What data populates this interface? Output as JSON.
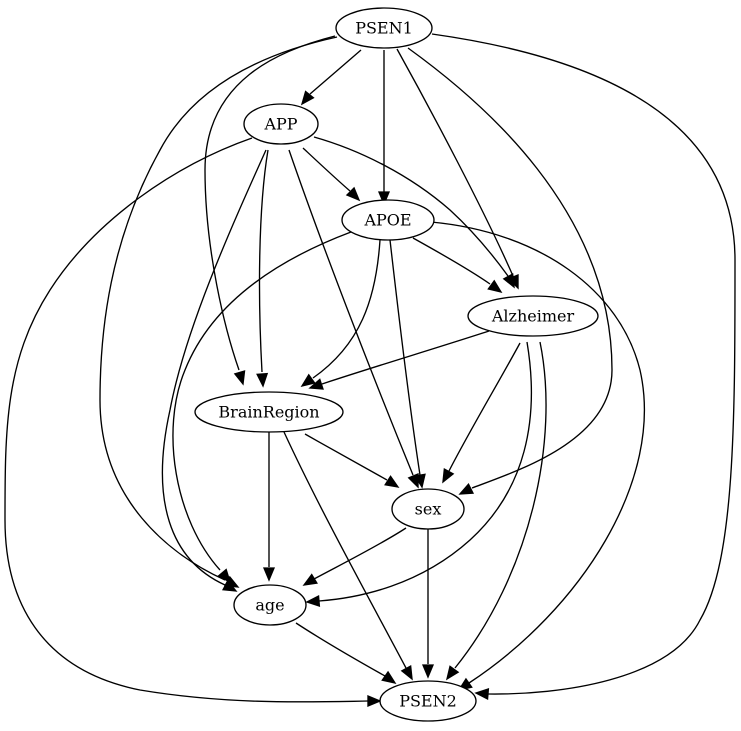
{
  "nodes": [
    {
      "id": "PSEN1",
      "label": "PSEN1"
    },
    {
      "id": "APP",
      "label": "APP"
    },
    {
      "id": "APOE",
      "label": "APOE"
    },
    {
      "id": "Alzheimer",
      "label": "Alzheimer"
    },
    {
      "id": "BrainRegion",
      "label": "BrainRegion"
    },
    {
      "id": "sex",
      "label": "sex"
    },
    {
      "id": "age",
      "label": "age"
    },
    {
      "id": "PSEN2",
      "label": "PSEN2"
    }
  ],
  "edges": [
    {
      "from": "PSEN1",
      "to": "APP"
    },
    {
      "from": "PSEN1",
      "to": "APOE"
    },
    {
      "from": "PSEN1",
      "to": "Alzheimer"
    },
    {
      "from": "PSEN1",
      "to": "BrainRegion"
    },
    {
      "from": "PSEN1",
      "to": "sex"
    },
    {
      "from": "PSEN1",
      "to": "age"
    },
    {
      "from": "PSEN1",
      "to": "PSEN2"
    },
    {
      "from": "APP",
      "to": "APOE"
    },
    {
      "from": "APP",
      "to": "Alzheimer"
    },
    {
      "from": "APP",
      "to": "BrainRegion"
    },
    {
      "from": "APP",
      "to": "sex"
    },
    {
      "from": "APP",
      "to": "age"
    },
    {
      "from": "APP",
      "to": "PSEN2"
    },
    {
      "from": "APOE",
      "to": "Alzheimer"
    },
    {
      "from": "APOE",
      "to": "BrainRegion"
    },
    {
      "from": "APOE",
      "to": "sex"
    },
    {
      "from": "APOE",
      "to": "age"
    },
    {
      "from": "APOE",
      "to": "PSEN2"
    },
    {
      "from": "Alzheimer",
      "to": "BrainRegion"
    },
    {
      "from": "Alzheimer",
      "to": "sex"
    },
    {
      "from": "Alzheimer",
      "to": "age"
    },
    {
      "from": "Alzheimer",
      "to": "PSEN2"
    },
    {
      "from": "BrainRegion",
      "to": "sex"
    },
    {
      "from": "BrainRegion",
      "to": "age"
    },
    {
      "from": "BrainRegion",
      "to": "PSEN2"
    },
    {
      "from": "sex",
      "to": "age"
    },
    {
      "from": "sex",
      "to": "PSEN2"
    },
    {
      "from": "age",
      "to": "PSEN2"
    }
  ]
}
